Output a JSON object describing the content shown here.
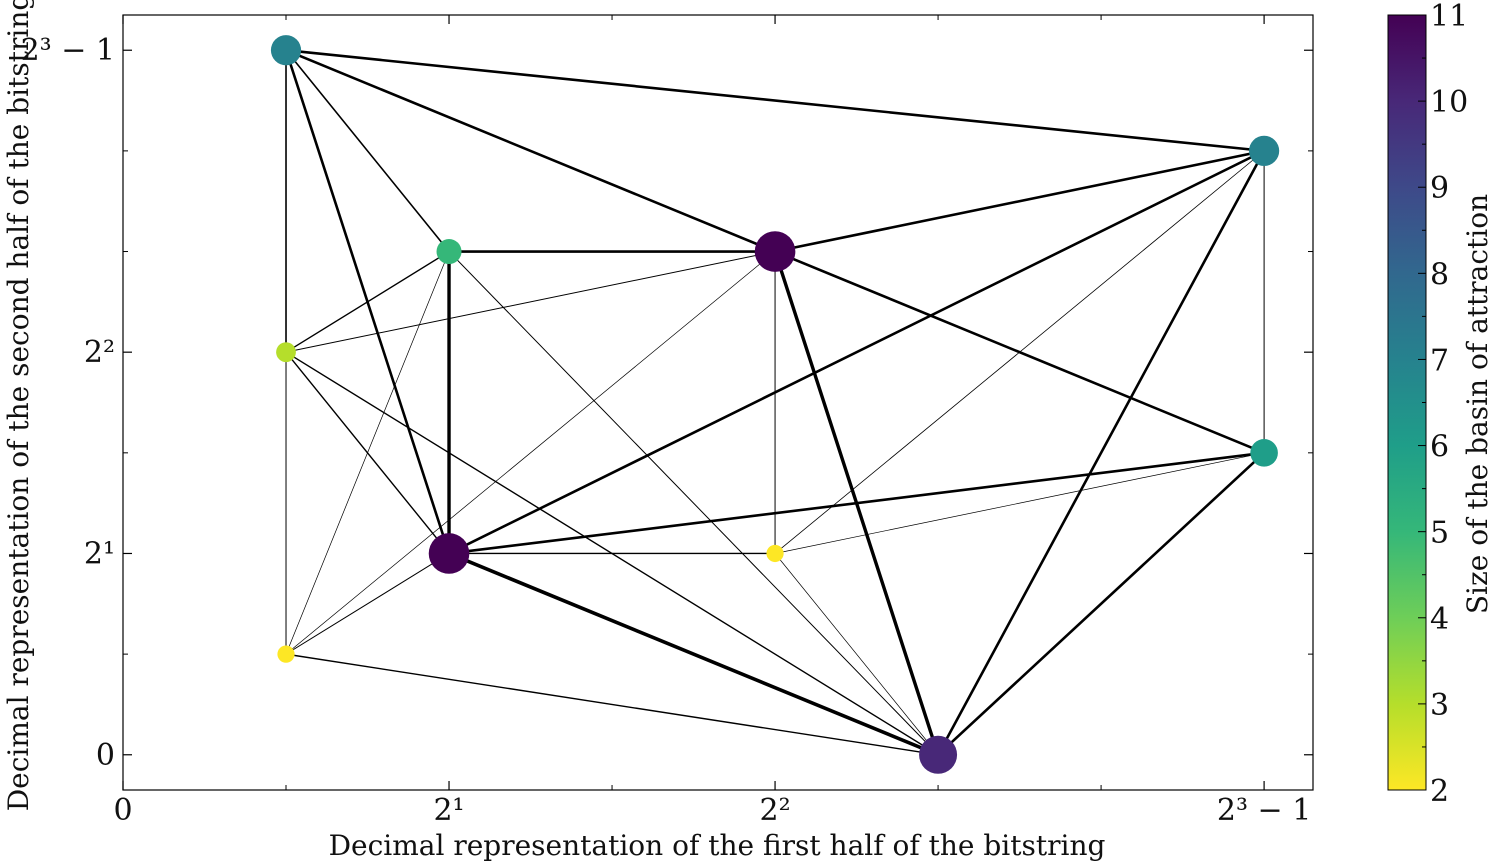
{
  "chart_data": {
    "type": "scatter",
    "subtype": "network-graph",
    "xlabel": "Decimal representation of the first half of the bitstring",
    "ylabel": "Decimal representation of the second half of the bitstring",
    "xlim": [
      0,
      7.3
    ],
    "ylim": [
      -0.35,
      7.35
    ],
    "x_ticks": [
      {
        "value": 0,
        "label": "0"
      },
      {
        "value": 2,
        "label": "2¹"
      },
      {
        "value": 4,
        "label": "2²"
      },
      {
        "value": 7,
        "label": "2³ − 1"
      }
    ],
    "y_ticks": [
      {
        "value": 0,
        "label": "0"
      },
      {
        "value": 2,
        "label": "2¹"
      },
      {
        "value": 4,
        "label": "2²"
      },
      {
        "value": 7,
        "label": "2³ − 1"
      }
    ],
    "colorbar": {
      "label": "Size of the basin of attraction",
      "min": 2,
      "max": 11,
      "ticks": [
        "2",
        "3",
        "4",
        "5",
        "6",
        "7",
        "8",
        "9",
        "10",
        "11"
      ],
      "colormap": [
        "#fde725",
        "#b5de2b",
        "#6ece58",
        "#35b779",
        "#1f9e89",
        "#26828e",
        "#31688e",
        "#3e4989",
        "#482878",
        "#440154"
      ]
    },
    "nodes": [
      {
        "id": "n_1_7",
        "x": 1,
        "y": 7,
        "basin_size": 7
      },
      {
        "id": "n_7_6",
        "x": 7,
        "y": 6,
        "basin_size": 7
      },
      {
        "id": "n_2_5",
        "x": 2,
        "y": 5,
        "basin_size": 5
      },
      {
        "id": "n_4_5",
        "x": 4,
        "y": 5,
        "basin_size": 11
      },
      {
        "id": "n_1_4",
        "x": 1,
        "y": 4,
        "basin_size": 3
      },
      {
        "id": "n_7_3",
        "x": 7,
        "y": 3,
        "basin_size": 6
      },
      {
        "id": "n_2_2",
        "x": 2,
        "y": 2,
        "basin_size": 11
      },
      {
        "id": "n_4_2",
        "x": 4,
        "y": 2,
        "basin_size": 2
      },
      {
        "id": "n_1_1",
        "x": 1,
        "y": 1,
        "basin_size": 2
      },
      {
        "id": "n_5_0",
        "x": 5,
        "y": 0,
        "basin_size": 10
      }
    ],
    "edges": [
      {
        "source": "n_1_7",
        "target": "n_7_6",
        "weight": 2.6
      },
      {
        "source": "n_1_7",
        "target": "n_4_5",
        "weight": 2.6
      },
      {
        "source": "n_1_7",
        "target": "n_2_5",
        "weight": 1.6
      },
      {
        "source": "n_1_7",
        "target": "n_1_4",
        "weight": 1.6
      },
      {
        "source": "n_1_7",
        "target": "n_2_2",
        "weight": 2.6
      },
      {
        "source": "n_4_5",
        "target": "n_7_6",
        "weight": 2.6
      },
      {
        "source": "n_2_5",
        "target": "n_4_5",
        "weight": 2.6
      },
      {
        "source": "n_2_5",
        "target": "n_2_2",
        "weight": 3.4
      },
      {
        "source": "n_2_5",
        "target": "n_1_4",
        "weight": 1.4
      },
      {
        "source": "n_2_5",
        "target": "n_1_1",
        "weight": 0.7
      },
      {
        "source": "n_2_5",
        "target": "n_5_0",
        "weight": 1.0
      },
      {
        "source": "n_1_4",
        "target": "n_4_5",
        "weight": 1.0
      },
      {
        "source": "n_1_4",
        "target": "n_1_1",
        "weight": 1.0
      },
      {
        "source": "n_1_4",
        "target": "n_2_2",
        "weight": 1.4
      },
      {
        "source": "n_1_4",
        "target": "n_5_0",
        "weight": 1.4
      },
      {
        "source": "n_4_5",
        "target": "n_7_3",
        "weight": 2.6
      },
      {
        "source": "n_4_5",
        "target": "n_5_0",
        "weight": 3.4
      },
      {
        "source": "n_4_5",
        "target": "n_4_2",
        "weight": 1.0
      },
      {
        "source": "n_4_5",
        "target": "n_1_1",
        "weight": 0.7
      },
      {
        "source": "n_2_2",
        "target": "n_7_6",
        "weight": 2.6
      },
      {
        "source": "n_2_2",
        "target": "n_7_3",
        "weight": 2.6
      },
      {
        "source": "n_2_2",
        "target": "n_4_2",
        "weight": 1.4
      },
      {
        "source": "n_2_2",
        "target": "n_5_0",
        "weight": 3.6
      },
      {
        "source": "n_2_2",
        "target": "n_1_1",
        "weight": 1.0
      },
      {
        "source": "n_7_6",
        "target": "n_7_3",
        "weight": 1.0
      },
      {
        "source": "n_7_6",
        "target": "n_4_2",
        "weight": 0.8
      },
      {
        "source": "n_7_6",
        "target": "n_5_0",
        "weight": 2.6
      },
      {
        "source": "n_7_3",
        "target": "n_4_2",
        "weight": 0.7
      },
      {
        "source": "n_7_3",
        "target": "n_5_0",
        "weight": 2.6
      },
      {
        "source": "n_4_2",
        "target": "n_5_0",
        "weight": 0.7
      },
      {
        "source": "n_1_1",
        "target": "n_5_0",
        "weight": 1.4
      }
    ]
  }
}
